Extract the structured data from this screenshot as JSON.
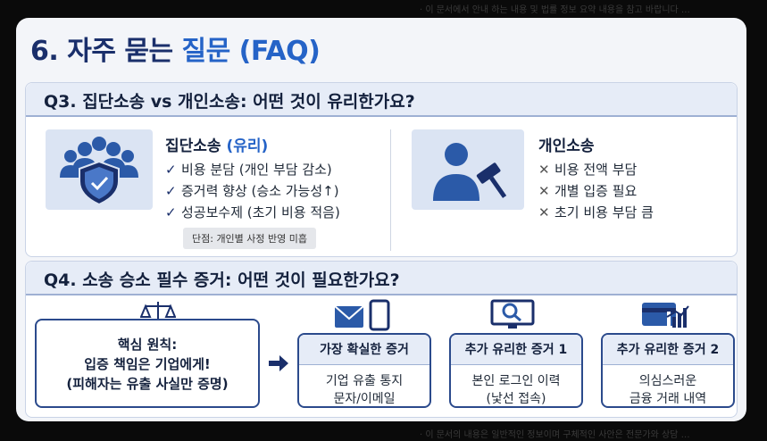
{
  "ghost": {
    "top": "· 이 문서에서 안내 하는 내용 및 법률 정보 요약 내용을 참고 바랍니다 …",
    "bottom": "· 이 문서의 내용은 일반적인 정보이며 구체적인 사안은 전문가와 상담 …"
  },
  "header": {
    "title_prefix": "6. 자주 묻는 ",
    "title_highlight": "질문 (FAQ)"
  },
  "q3": {
    "question": "Q3. 집단소송 vs 개인소송: 어떤 것이 유리한가요?",
    "group": {
      "title_main": "집단소송 ",
      "title_tag": "(유리)",
      "items": [
        "비용 분담 (개인 부담 감소)",
        "증거력 향상 (승소 가능성↑)",
        "성공보수제 (초기 비용 적음)"
      ],
      "note": "단점: 개인별 사정 반영 미흡"
    },
    "individual": {
      "title": "개인소송",
      "items": [
        "비용 전액 부담",
        "개별 입증 필요",
        "초기 비용 부담 큼"
      ]
    },
    "check_mark": "✓",
    "cross_mark": "✕"
  },
  "q4": {
    "question": "Q4. 소송 승소 필수 증거: 어떤 것이 필요한가요?",
    "principle": [
      "핵심 원칙:",
      "입증 책임은 기업에게!",
      "(피해자는 유출 사실만 증명)"
    ],
    "evidence": [
      {
        "header": "가장 확실한 증거",
        "lines": [
          "기업 유출 통지",
          "문자/이메일"
        ]
      },
      {
        "header": "추가 유리한 증거 1",
        "lines": [
          "본인 로그인 이력",
          "(낯선 접속)"
        ]
      },
      {
        "header": "추가 유리한 증거 2",
        "lines": [
          "의심스러운",
          "금융 거래 내역"
        ]
      }
    ]
  },
  "icons": [
    "group-shield-icon",
    "person-gavel-icon",
    "scale-icon",
    "mail-phone-icon",
    "monitor-search-icon",
    "card-chart-icon",
    "arrow-right-icon"
  ],
  "colors": {
    "navy": "#1a2f6b",
    "accent": "#2563c7",
    "panel": "#e6ecf7"
  }
}
